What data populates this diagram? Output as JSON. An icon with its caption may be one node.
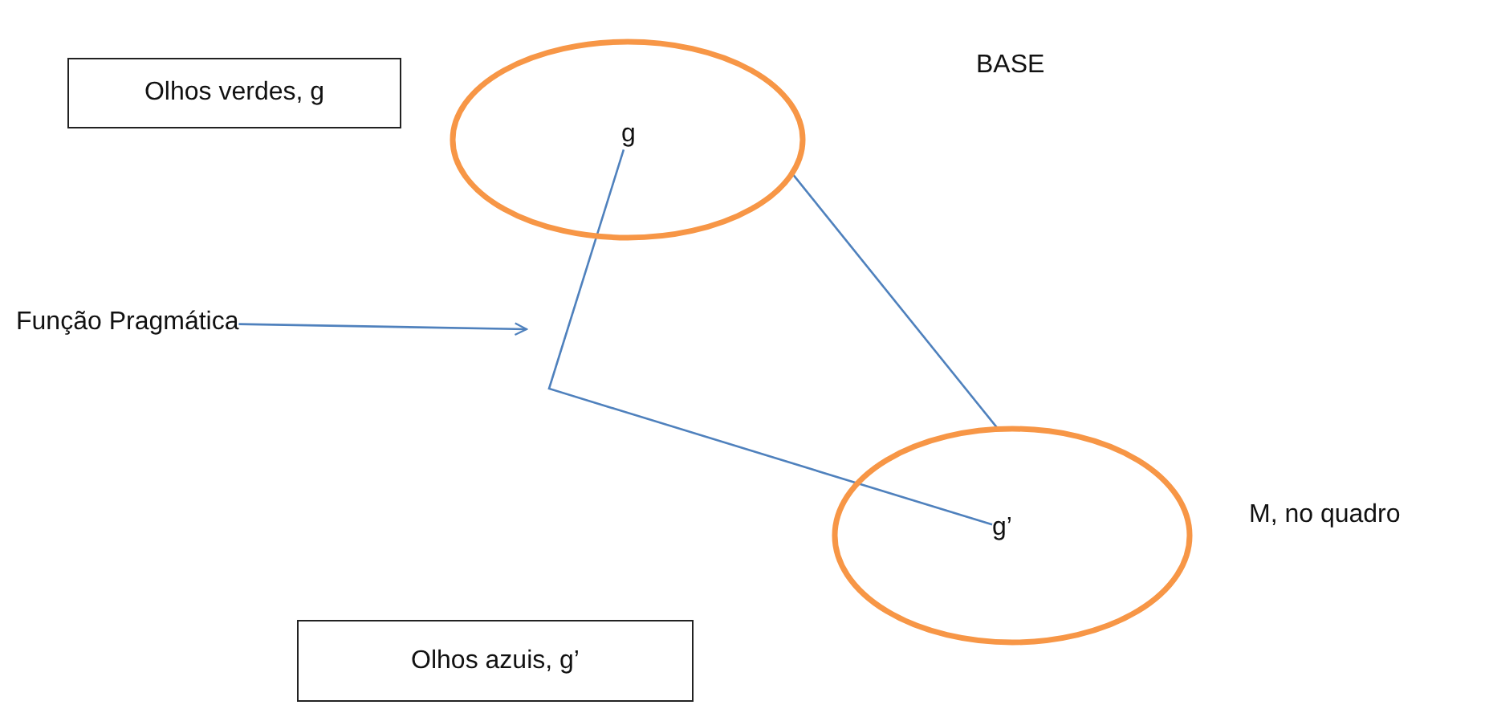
{
  "diagram": {
    "nodes": [
      {
        "text": [
          "Olhos verdes, g"
        ]
      },
      {
        "text": [],
        "shape": "circle"
      },
      {
        "text": [
          "g"
        ],
        "in": 1
      },
      {
        "text": [
          "Função Pragmática"
        ]
      },
      {
        "text": [],
        "shape": "circle"
      },
      {
        "text": [
          "g’"
        ],
        "in": 4
      },
      {
        "text": [
          "Olhos azuis, g’"
        ]
      }
    ],
    "edges": [
      {
        "from": 2,
        "to": 5,
        "arrow": "none"
      },
      {
        "from": 1,
        "to": 4,
        "arrow": "none"
      },
      {
        "from": 3,
        "to": null,
        "arrow": "to"
      }
    ],
    "labels": [
      "BASE",
      "M, no quadro"
    ]
  }
}
